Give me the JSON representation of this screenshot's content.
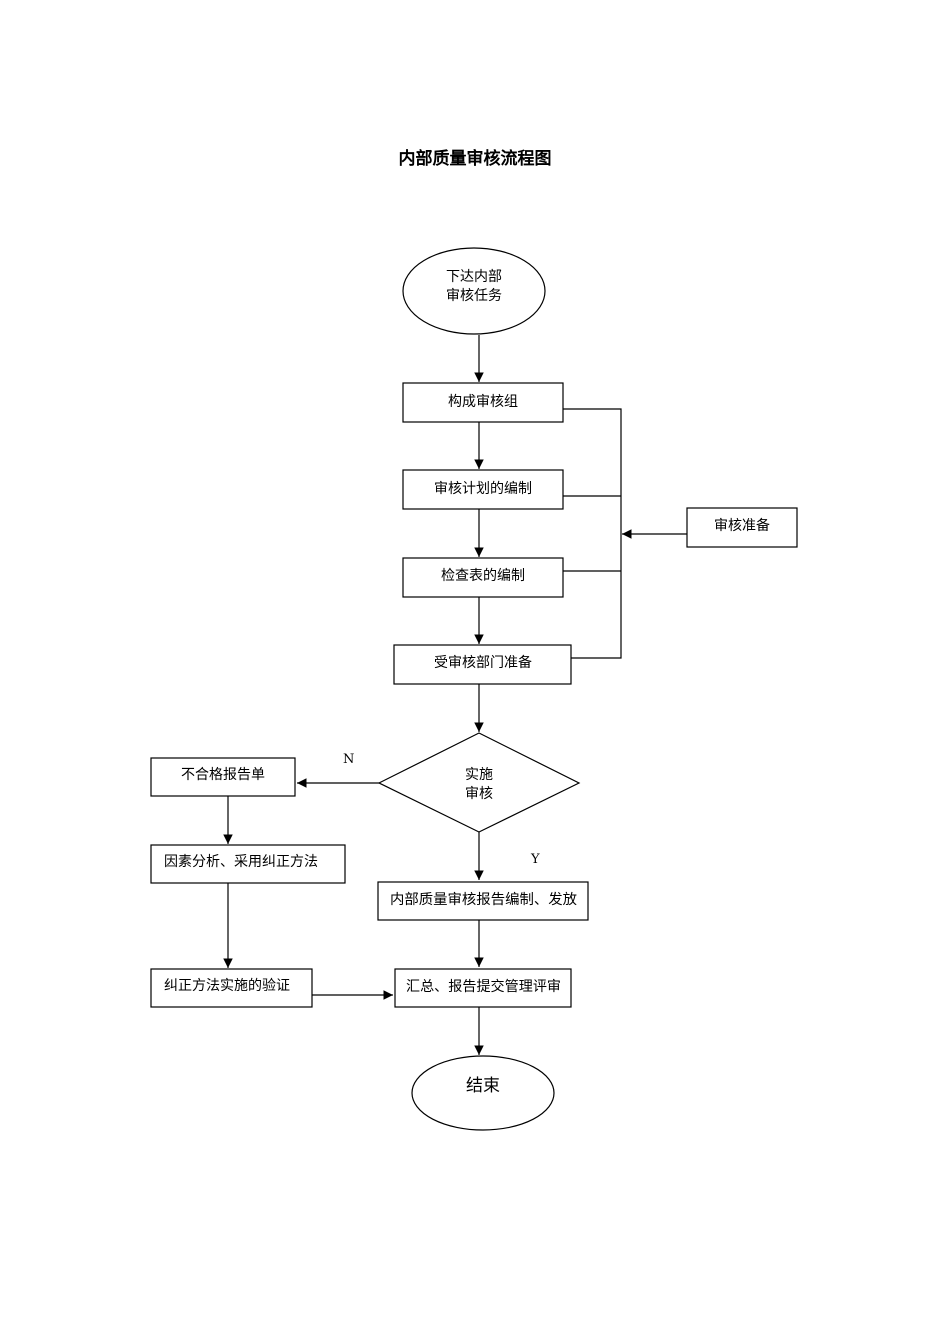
{
  "title": "内部质量审核流程图",
  "nodes": {
    "start": [
      "下达内部",
      "审核任务"
    ],
    "form_team": "构成审核组",
    "plan": "审核计划的编制",
    "checklist": "检查表的编制",
    "dept_prepare": "受审核部门准备",
    "audit_prepare": "审核准备",
    "implement": [
      "实施",
      "审核"
    ],
    "nonconform": "不合格报告单",
    "analysis": "因素分析、采用纠正方法",
    "verify": "纠正方法实施的验证",
    "report": "内部质量审核报告编制、发放",
    "summary": "汇总、报告提交管理评审",
    "end": "结束"
  },
  "labels": {
    "no": "N",
    "yes": "Y"
  }
}
